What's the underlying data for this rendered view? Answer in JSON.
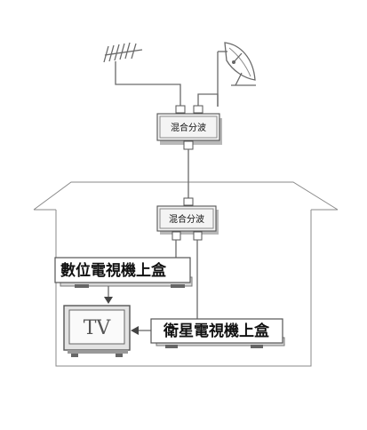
{
  "labels": {
    "splitter_top": "混合分波",
    "splitter_indoor": "混合分波",
    "digital_stb": "數位電視機上盒",
    "satellite_stb": "衛星電視機上盒",
    "tv": "TV"
  }
}
